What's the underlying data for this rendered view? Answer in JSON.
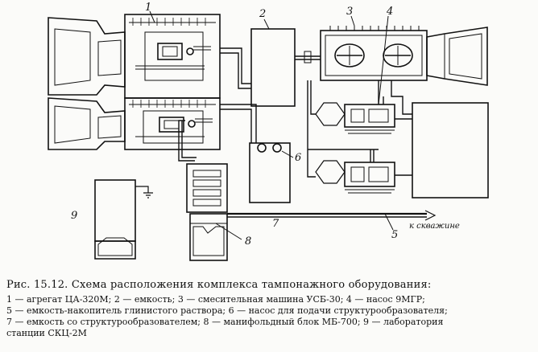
{
  "labels": {
    "n1": "1",
    "n2": "2",
    "n3": "3",
    "n4": "4",
    "n5": "5",
    "n6": "6",
    "n7": "7",
    "n8": "8",
    "n9": "9",
    "well": "к скважине"
  },
  "caption": {
    "title": "Рис. 15.12. Схема расположения комплекса тампонажного оборудования:",
    "lines": [
      "1 — агрегат ЦА-320М;  2 — емкость;  3 — смесительная машина УСБ-30;  4 — насос 9МГР;",
      "5 — емкость-накопитель глинистого раствора;  6 — насос для подачи структурообразователя;",
      "7 — емкость со структурообразователем;  8 — манифольдный блок МБ-700;  9 — лаборатория",
      "станции СКЦ-2М"
    ]
  }
}
